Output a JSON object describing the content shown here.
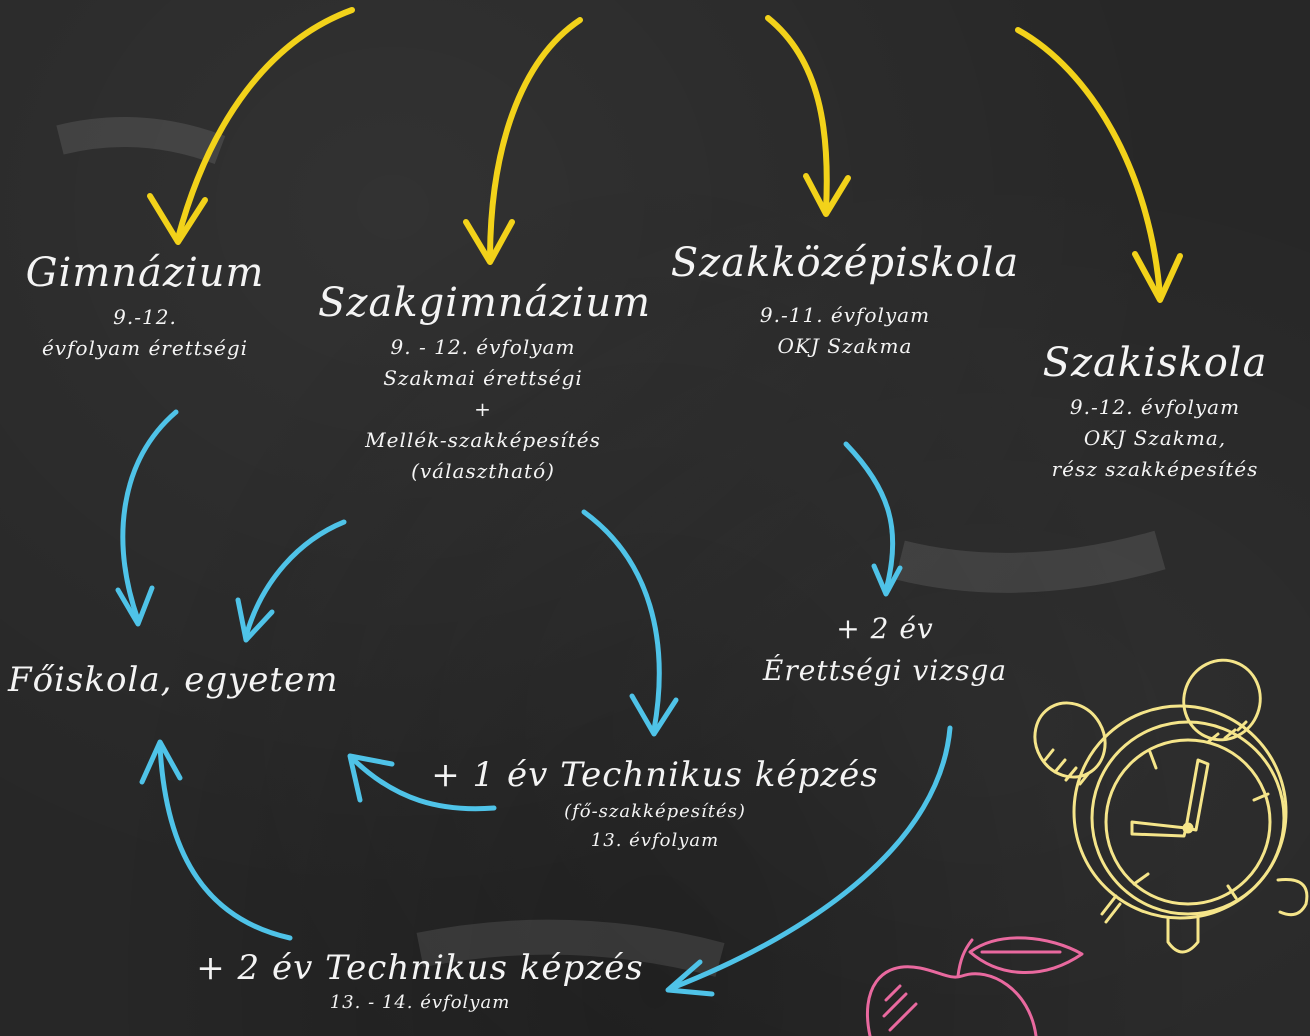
{
  "schools": {
    "gimnazium": {
      "name": "Gimnázium",
      "line1": "9.-12.",
      "line2": "évfolyam érettségi"
    },
    "szakgimnazium": {
      "name": "Szakgimnázium",
      "line1": "9. - 12. évfolyam",
      "line2": "Szakmai érettségi",
      "line3": "+",
      "line4": "Mellék-szakképesítés",
      "line5": "(választható)"
    },
    "szakkozepiskola": {
      "name": "Szakközépiskola",
      "line1": "9.-11. évfolyam",
      "line2": "OKJ Szakma"
    },
    "szakiskola": {
      "name": "Szakiskola",
      "line1": "9.-12. évfolyam",
      "line2": "OKJ Szakma,",
      "line3": "rész szakképesítés"
    }
  },
  "foiskola": {
    "name": "Főiskola, egyetem"
  },
  "erettsegi": {
    "line1": "+ 2 év",
    "line2": "Érettségi vizsga"
  },
  "technikus1": {
    "title": "+ 1 év Technikus képzés",
    "line1": "(fő-szakképesítés)",
    "line2": "13. évfolyam"
  },
  "technikus2": {
    "title": "+ 2 év Technikus képzés",
    "line1": "13. - 14. évfolyam"
  },
  "colors": {
    "yellow": "#f2d21a",
    "blue": "#4fc3e8",
    "clock": "#f5e58a",
    "apple": "#e9699f",
    "chalk": "#f4f4f4"
  }
}
